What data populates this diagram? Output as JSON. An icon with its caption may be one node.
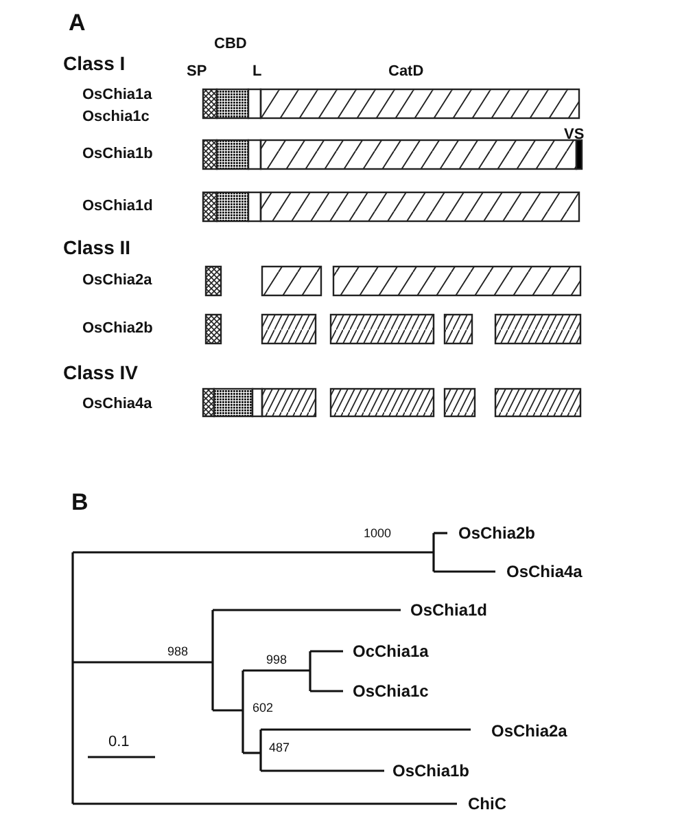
{
  "diagram": {
    "labels": [
      "A",
      "Class I",
      "CBD",
      "SP",
      "L",
      "CatD",
      "OsChia1a",
      "Oschia1c",
      "VS",
      "OsChia1b",
      "OsChia1d",
      "Class II",
      "OsChia2a",
      "OsChia2b",
      "Class IV",
      "OsChia4a",
      "B",
      "1000",
      "OsChia2b",
      "OsChia4a",
      "OsChia1d",
      "988",
      "998",
      "OcChia1a",
      "OsChia1c",
      "602",
      "OsChia2a",
      "487",
      "OsChia1b",
      "0.1",
      "ChiC"
    ]
  }
}
